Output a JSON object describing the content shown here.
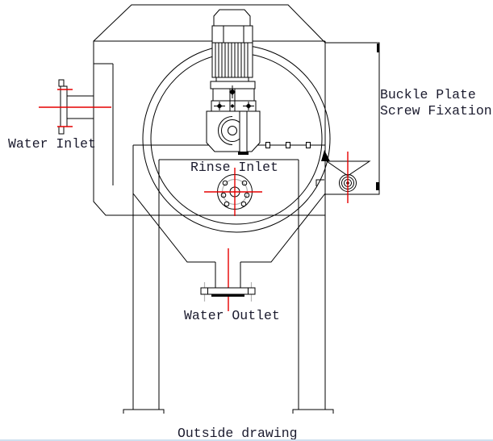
{
  "drawing": {
    "caption": "Outside drawing",
    "labels": {
      "water_inlet": "Water Inlet",
      "rinse_inlet": "Rinse Inlet",
      "water_outlet": "Water Outlet",
      "buckle_line1": "Buckle Plate",
      "buckle_line2": "Screw Fixation"
    }
  },
  "colors": {
    "line": "#000000",
    "centerline": "#e60000",
    "bolt_circle": "#b3b3b3",
    "text": "#1b1b2e",
    "background": "#ffffff",
    "window_edge": "#cfe0ef"
  }
}
